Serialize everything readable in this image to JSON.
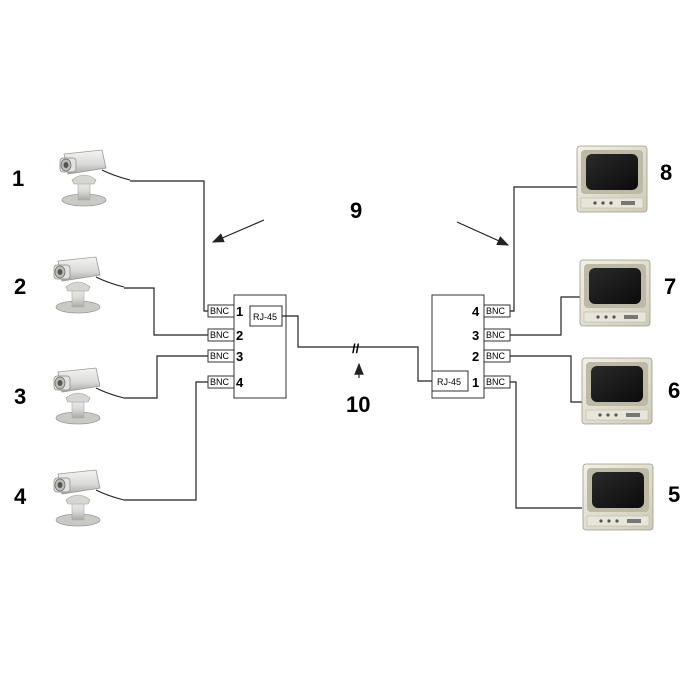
{
  "cameras": [
    {
      "label": "1"
    },
    {
      "label": "2"
    },
    {
      "label": "3"
    },
    {
      "label": "4"
    }
  ],
  "monitors": [
    {
      "label": "8"
    },
    {
      "label": "7"
    },
    {
      "label": "6"
    },
    {
      "label": "5"
    }
  ],
  "transmitter": {
    "rj45_label": "RJ-45",
    "ports": [
      {
        "bnc": "BNC",
        "number": "1"
      },
      {
        "bnc": "BNC",
        "number": "2"
      },
      {
        "bnc": "BNC",
        "number": "3"
      },
      {
        "bnc": "BNC",
        "number": "4"
      }
    ]
  },
  "receiver": {
    "rj45_label": "RJ-45",
    "ports": [
      {
        "bnc": "BNC",
        "number": "4"
      },
      {
        "bnc": "BNC",
        "number": "3"
      },
      {
        "bnc": "BNC",
        "number": "2"
      },
      {
        "bnc": "BNC",
        "number": "1"
      }
    ]
  },
  "callouts": {
    "converters_label": "9",
    "cable_label": "10",
    "cable_break_mark": "//"
  }
}
